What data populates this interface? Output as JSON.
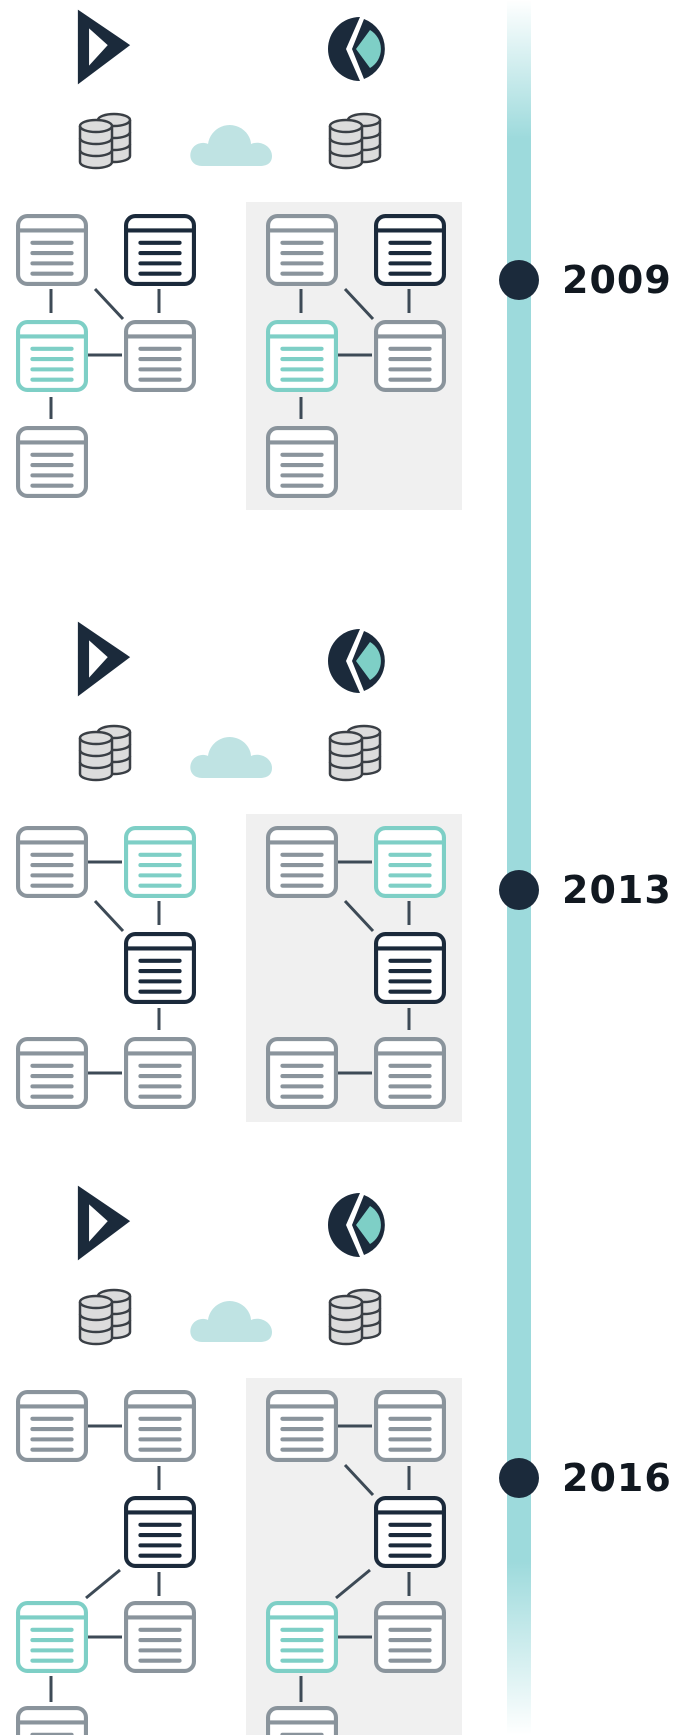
{
  "colors": {
    "navy": "#1b2a3b",
    "teal": "#7ecfc6",
    "gray": "#8a949c",
    "cloud": "#bfe3e3",
    "timeline": "#9ddadc",
    "panel": "#f0f0f0"
  },
  "icons": [
    "dynamics-logo-icon",
    "k-logo-icon",
    "database-icon",
    "cloud-icon",
    "table-card-icon"
  ],
  "milestones": [
    {
      "year": "2009"
    },
    {
      "year": "2013"
    },
    {
      "year": "2016"
    }
  ]
}
